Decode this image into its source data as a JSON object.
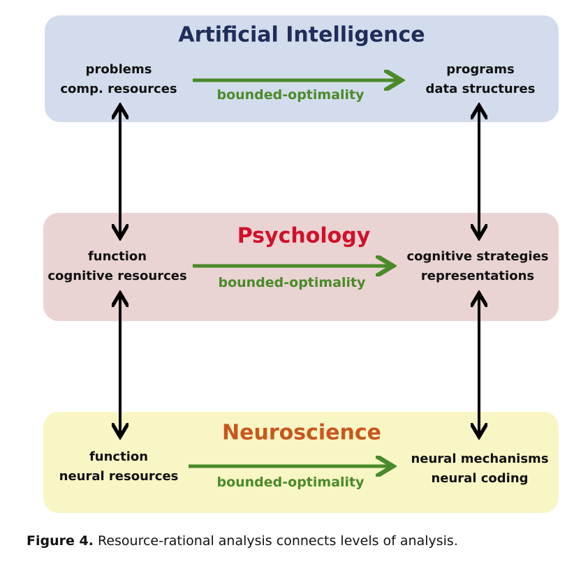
{
  "levels": [
    {
      "title": "Artificial Intelligence",
      "title_color": "#1f2d5a",
      "bg": "#d3dcec",
      "left": [
        "problems",
        "comp. resources"
      ],
      "right": [
        "programs",
        "data structures"
      ],
      "arrow_label": "bounded-optimality"
    },
    {
      "title": "Psychology",
      "title_color": "#d0102a",
      "bg": "#ead3d3",
      "left": [
        "function",
        "cognitive resources"
      ],
      "right": [
        "cognitive strategies",
        "representations"
      ],
      "arrow_label": "bounded-optimality"
    },
    {
      "title": "Neuroscience",
      "title_color": "#c8561e",
      "bg": "#f8f6c4",
      "left": [
        "function",
        "neural resources"
      ],
      "right": [
        "neural mechanisms",
        "neural coding"
      ],
      "arrow_label": "bounded-optimality"
    }
  ],
  "caption": {
    "label": "Figure 4.",
    "text": " Resource-rational analysis connects levels of analysis."
  }
}
